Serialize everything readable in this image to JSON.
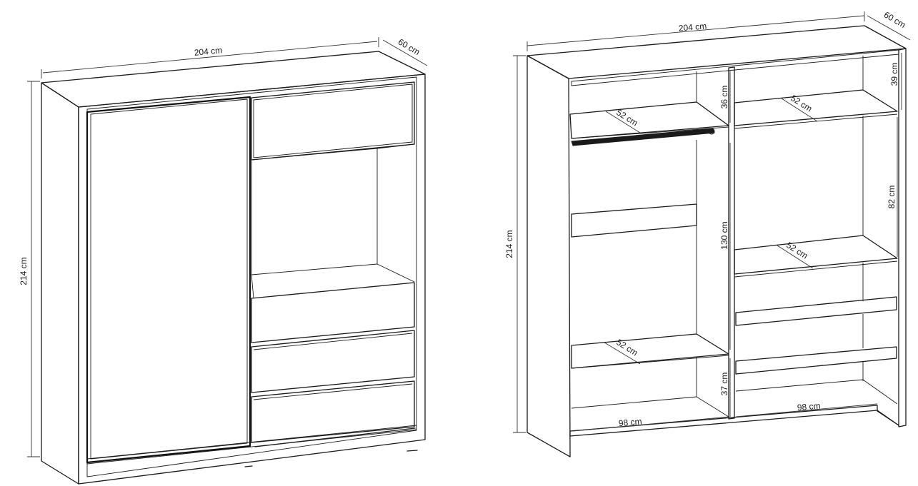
{
  "left_view": {
    "width_label": "204 cm",
    "depth_label": "60 cm",
    "height_label": "214 cm"
  },
  "right_view": {
    "width_label": "204 cm",
    "depth_label": "60 cm",
    "height_label": "214 cm",
    "top_left_compartment_height": "36 cm",
    "top_right_compartment_height": "39 cm",
    "top_left_shelf_depth": "52 cm",
    "top_right_shelf_depth": "52 cm",
    "hanging_section_height": "130 cm",
    "right_middle_compartment_height": "82 cm",
    "right_middle_shelf_depth": "52 cm",
    "left_bottom_shelf_depth": "52 cm",
    "bottom_compartment_height": "37 cm",
    "left_inner_width": "98 cm",
    "right_inner_width": "98 cm"
  }
}
